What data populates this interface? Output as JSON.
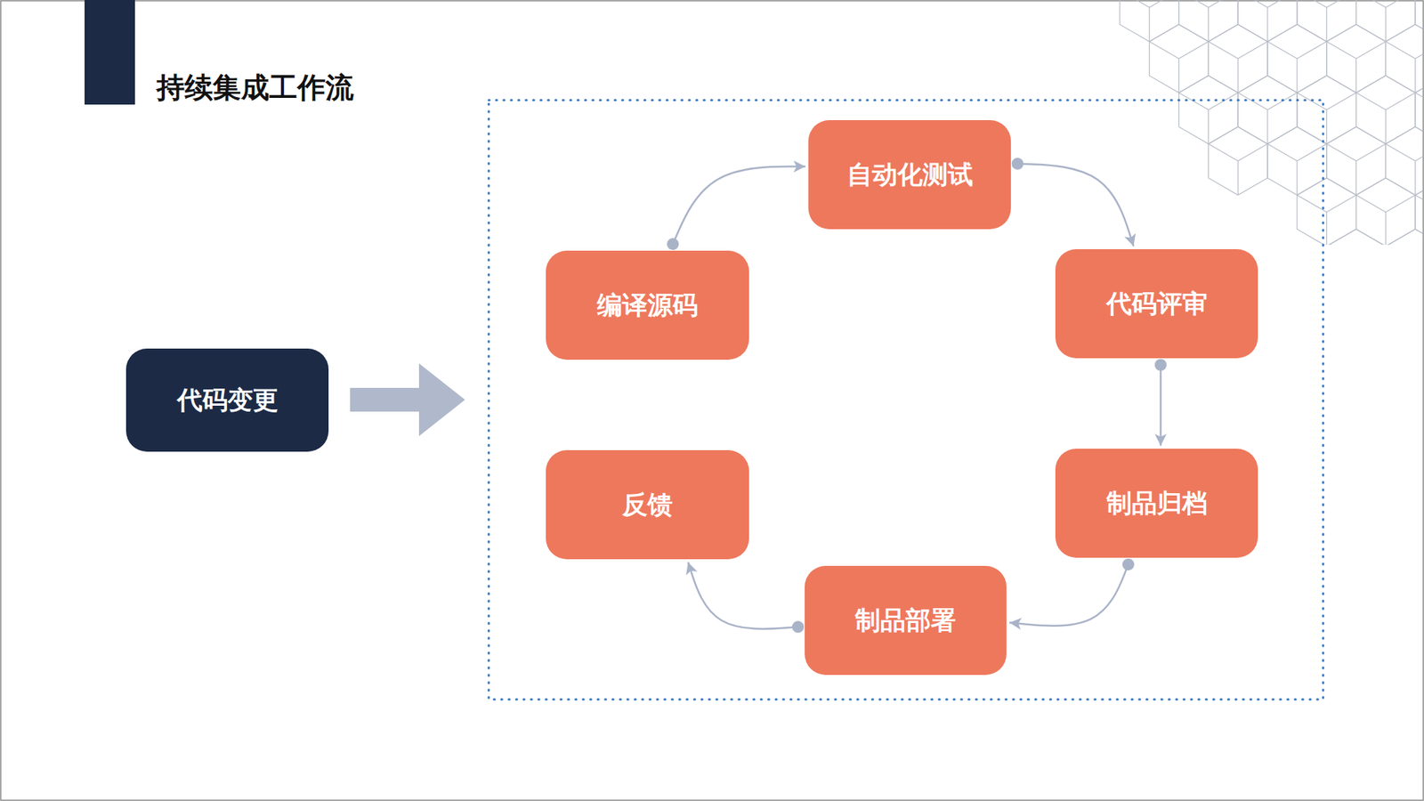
{
  "diagram": {
    "title": "持续集成工作流",
    "nodes": [
      {
        "text": [
          "代码变更"
        ]
      },
      {
        "text": [
          "编译源码"
        ]
      },
      {
        "text": [
          "自动化测试"
        ]
      },
      {
        "text": [
          "代码评审"
        ]
      },
      {
        "text": [
          "制品归档"
        ]
      },
      {
        "text": [
          "制品部署"
        ]
      },
      {
        "text": [
          "反馈"
        ]
      }
    ],
    "edges": [
      {
        "from": 1,
        "to": 2,
        "arrow": "to"
      },
      {
        "from": 2,
        "to": 3,
        "arrow": "to"
      },
      {
        "from": 3,
        "to": 4,
        "arrow": "to"
      },
      {
        "from": 4,
        "to": 5,
        "arrow": "to"
      },
      {
        "from": 5,
        "to": 6,
        "arrow": "to"
      }
    ]
  }
}
